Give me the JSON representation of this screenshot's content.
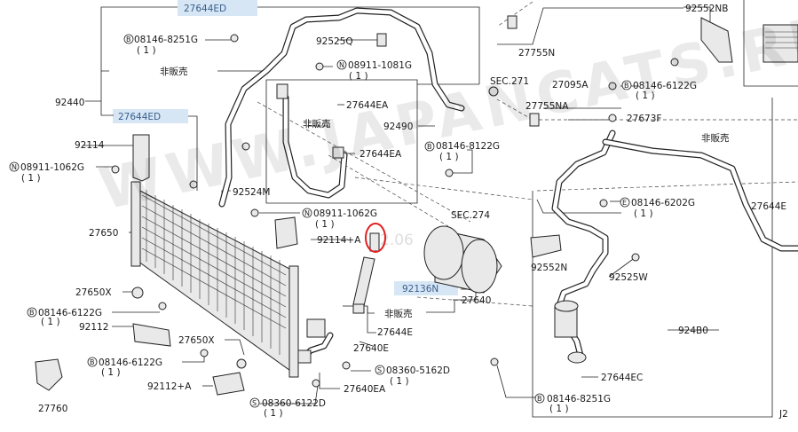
{
  "diagram": {
    "labels": {
      "p27644ED_top": "27644ED",
      "b08146_8251G_top": "08146-8251G",
      "qty1_a": "( 1 )",
      "p92525Q": "92525Q",
      "p27755N": "27755N",
      "p92552NB": "92552NB",
      "hibaibin_1": "非販売",
      "n08911_1081G": "08911-1081G",
      "qty1_b": "( 1 )",
      "sec271": "SEC.271",
      "p27095A": "27095A",
      "b08146_6122G_r": "08146-6122G",
      "qty1_c": "( 1 )",
      "p92440": "92440",
      "p27644ED_mid": "27644ED",
      "p27644EA_1": "27644EA",
      "hibaibin_2": "非販売",
      "p27755NA": "27755NA",
      "p27673F": "27673F",
      "p92490": "92490",
      "p92114": "92114",
      "p27644EA_2": "27644EA",
      "b08146_8122G": "08146-8122G",
      "qty1_d": "( 1 )",
      "hibaibin_3": "非販売",
      "n08911_1062G_l": "08911-1062G",
      "qty1_e": "( 1 )",
      "p92524M": "92524M",
      "e08146_6202G": "08146-6202G",
      "qty1_f": "( 1 )",
      "p27644E_r": "27644E",
      "n08911_1062G_m": "08911-1062G",
      "qty1_g": "( 1 )",
      "sec274": "SEC.274",
      "p27650": "27650",
      "p92114A": "92114+A",
      "p92552N": "92552N",
      "p92525W": "92525W",
      "p92136N": "92136N",
      "p27650X_1": "27650X",
      "p27640": "27640",
      "hibaibin_4": "非販売",
      "b08146_6122G_l": "08146-6122G",
      "qty1_h": "( 1 )",
      "p92112": "92112",
      "p27644E": "27644E",
      "p924B0": "924B0",
      "p27650X_2": "27650X",
      "p27640E": "27640E",
      "b08146_6122G_b": "08146-6122G",
      "qty1_i": "( 1 )",
      "s08360_5162D": "08360-5162D",
      "qty1_j": "( 1 )",
      "p27644EC": "27644EC",
      "p92112A": "92112+A",
      "p27640EA": "27640EA",
      "s08360_6122D": "08360-6122D",
      "qty1_k": "( 1 )",
      "b08146_8251G_b": "08146-8251G",
      "qty1_l": "( 1 )",
      "p27760": "27760",
      "page_code": "J2"
    },
    "watermark": {
      "text": "WWW.JAPANCATS.RU",
      "date": "2.06"
    },
    "colors": {
      "line": "#222222",
      "highlight_box": "#d6e6f5",
      "highlight_text": "#3a5f8a",
      "callout_circle": "#e02020"
    }
  }
}
